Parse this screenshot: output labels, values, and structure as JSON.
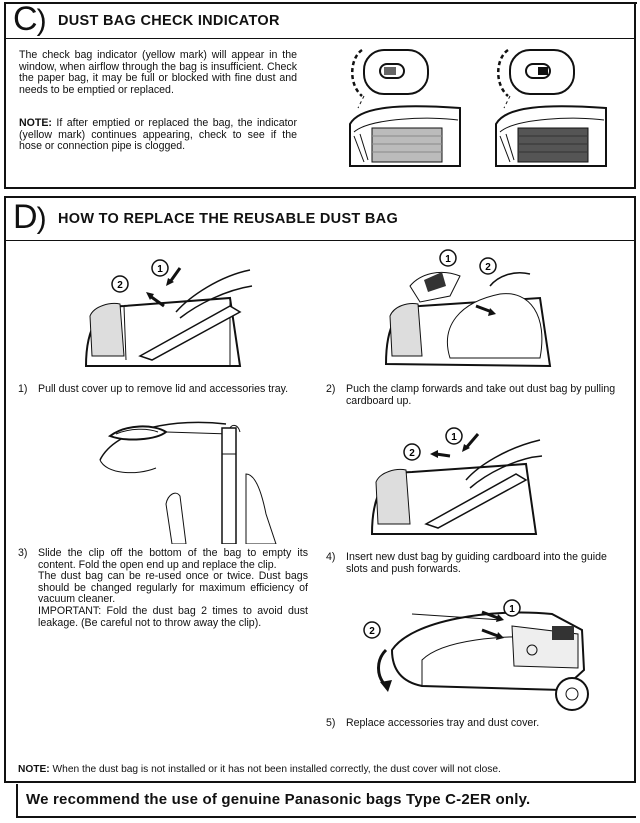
{
  "section_c": {
    "letter": "C",
    "paren": ")",
    "title": "DUST BAG CHECK INDICATOR",
    "paragraph": "The check bag indicator (yellow mark) will appear in the window, when airflow through the bag is insufficient. Check the paper bag, it may be full or blocked with fine dust and needs to be emptied or replaced.",
    "note_label": "NOTE:",
    "note_text": "If after emptied or replaced the bag, the indicator (yellow mark) continues appearing, check to see if the hose or connection pipe is clogged."
  },
  "section_d": {
    "letter": "D",
    "paren": ")",
    "title": "HOW TO REPLACE THE REUSABLE DUST BAG",
    "steps": [
      {
        "num": "1)",
        "text": "Pull dust cover up to remove lid and accessories tray."
      },
      {
        "num": "2)",
        "text": "Puch the clamp forwards and take out dust bag by pulling cardboard up."
      },
      {
        "num": "3)",
        "text": "Slide the clip off the bottom of the bag to empty its content. Fold the open end up and replace the clip.\nThe dust bag can be re-used once or twice. Dust bags should be changed regularly for maximum efficiency of vacuum cleaner.\nIMPORTANT: Fold the dust bag 2 times to avoid dust leakage. (Be careful not to throw away the clip)."
      },
      {
        "num": "4)",
        "text": "Insert new dust bag by guiding cardboard into the guide slots and push forwards."
      },
      {
        "num": "5)",
        "text": "Replace accessories tray and dust cover."
      }
    ],
    "callouts": [
      "1",
      "2"
    ],
    "note_label": "NOTE:",
    "note_text": "When the dust bag is not installed or it has not been installed correctly, the dust cover will not close."
  },
  "recommend": "We recommend the use of genuine Panasonic bags Type C-2ER only."
}
